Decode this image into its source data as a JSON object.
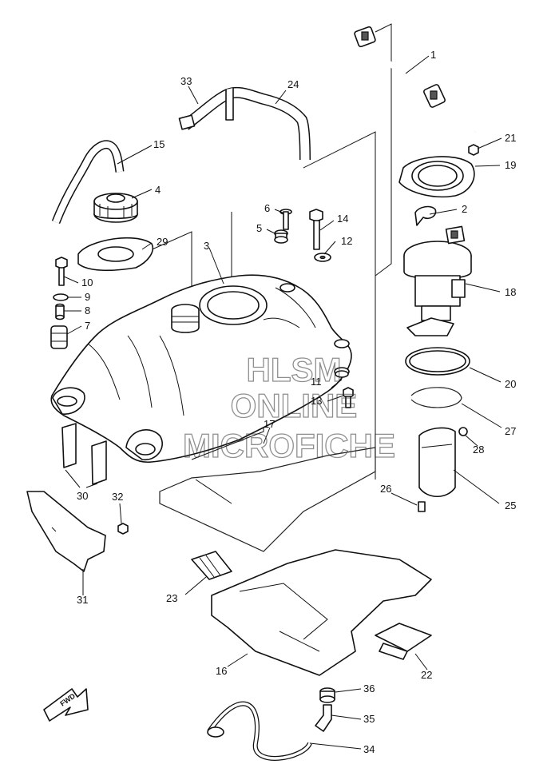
{
  "diagram": {
    "callouts": [
      "1",
      "2",
      "3",
      "4",
      "5",
      "6",
      "7",
      "8",
      "9",
      "10",
      "11",
      "12",
      "13",
      "14",
      "15",
      "16",
      "17",
      "18",
      "19",
      "20",
      "21",
      "22",
      "23",
      "24",
      "25",
      "26",
      "27",
      "28",
      "29",
      "30",
      "31",
      "32",
      "33",
      "34",
      "35",
      "36"
    ],
    "watermark": {
      "line1": "HLSM",
      "line2": "ONLINE",
      "line3": "MICROFICHE"
    },
    "direction_badge": "FWD"
  }
}
